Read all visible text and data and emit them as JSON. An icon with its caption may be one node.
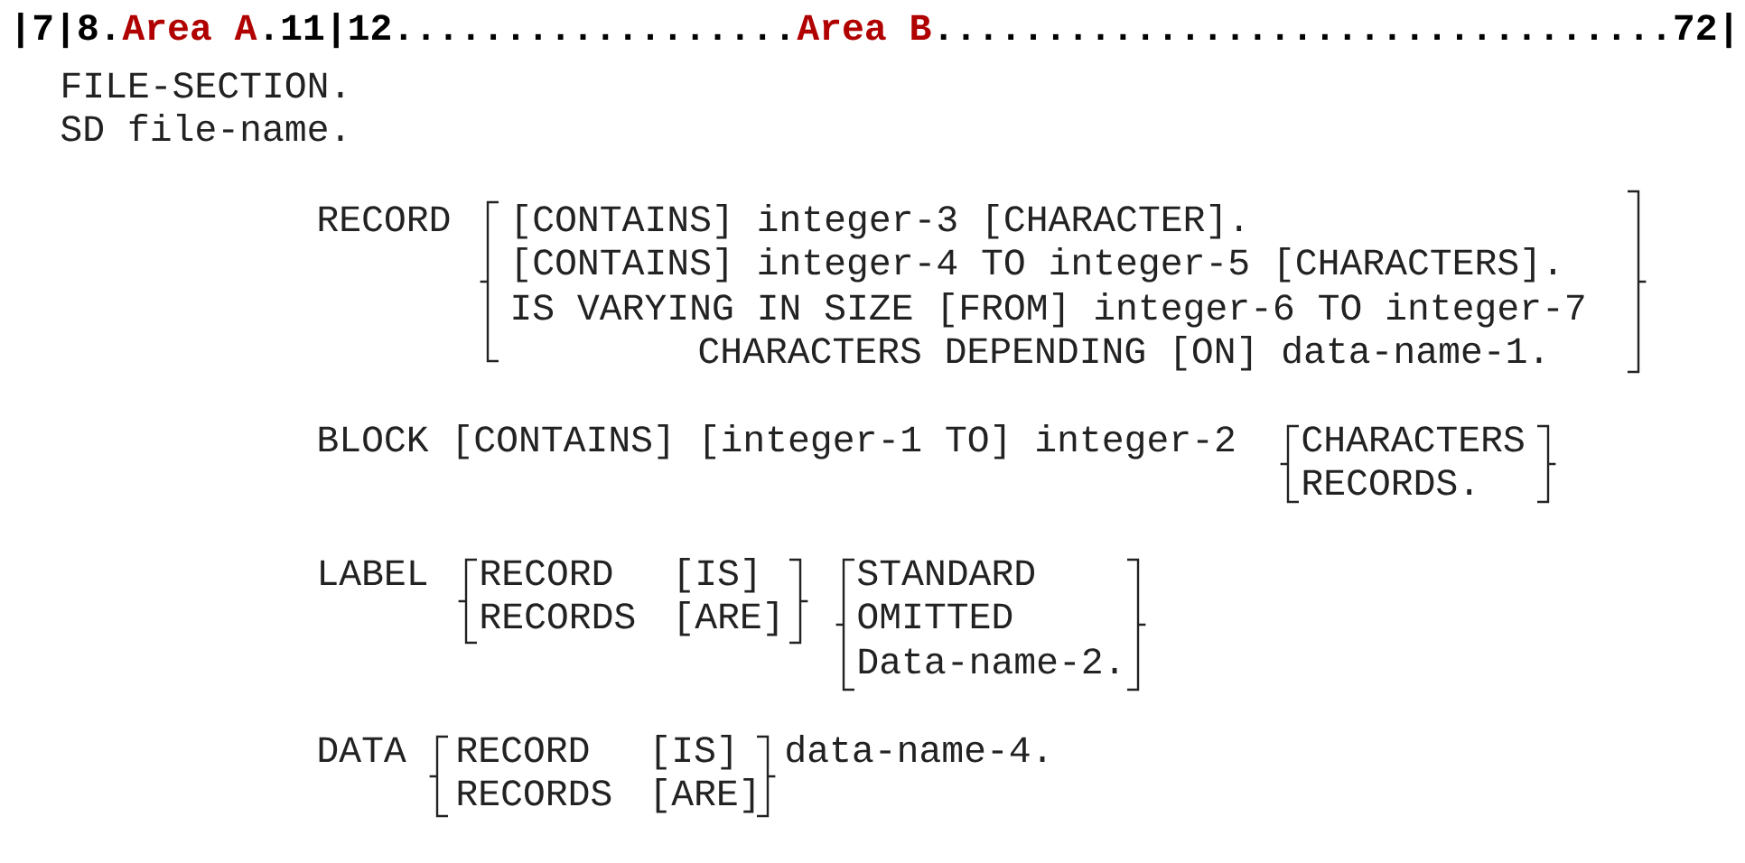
{
  "diagram": {
    "labels": [
      "|7|8.",
      "Area A",
      ".11|12..................",
      "Area B",
      ".................................72|",
      "FILE-SECTION.",
      "SD file-name.",
      "RECORD",
      "[CONTAINS] integer-3 [CHARACTER].",
      "[CONTAINS] integer-4 TO integer-5 [CHARACTERS].",
      "IS VARYING IN SIZE [FROM] integer-6 TO integer-7",
      "CHARACTERS DEPENDING [ON] data-name-1.",
      "BLOCK [CONTAINS] [integer-1 TO] integer-2",
      "CHARACTERS",
      "RECORDS.",
      "LABEL",
      "RECORD",
      "[IS]",
      "STANDARD",
      "RECORDS",
      "[ARE]",
      "OMITTED",
      "Data-name-2.",
      "DATA",
      "RECORD",
      "[IS]",
      "data-name-4.",
      "RECORDS",
      "[ARE]"
    ]
  }
}
